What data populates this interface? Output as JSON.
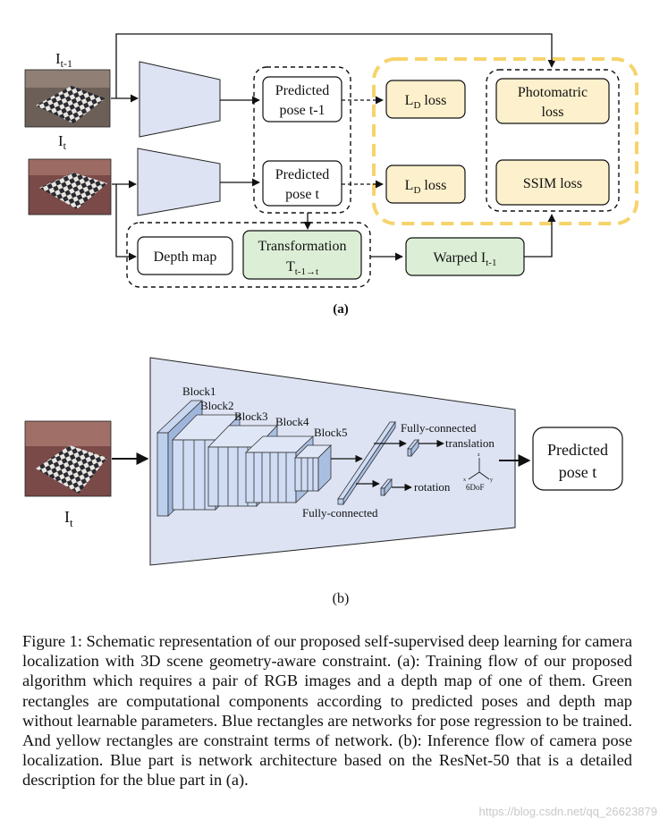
{
  "part_a": {
    "img_prev_label": "I",
    "img_prev_sub": "t-1",
    "img_cur_label": "I",
    "img_cur_sub": "t",
    "pred_prev_l1": "Predicted",
    "pred_prev_l2": "pose t-1",
    "pred_cur_l1": "Predicted",
    "pred_cur_l2": "pose t",
    "loss_label": "L",
    "loss_sub": "D",
    "loss_rest": " loss",
    "photo_l1": "Photomatric",
    "photo_l2": "loss",
    "ssim": "SSIM loss",
    "depth_map": "Depth map",
    "transform_l1": "Transformation",
    "transform_l2": "T",
    "transform_sub": "t-1→t",
    "warped": "Warped I",
    "warped_sub": "t-1",
    "label": "(a)"
  },
  "part_b": {
    "blocks": [
      "Block1",
      "Block2",
      "Block3",
      "Block4",
      "Block5"
    ],
    "fc_top": "Fully-connected",
    "fc_bottom": "Fully-connected",
    "translation": "translation",
    "rotation": "rotation",
    "dof": "6DoF",
    "axes": [
      "z",
      "x",
      "y"
    ],
    "img_label": "I",
    "img_sub": "t",
    "pred_l1": "Predicted",
    "pred_l2": "pose t",
    "label": "(b)"
  },
  "caption": "Figure 1: Schematic representation of our proposed self-supervised deep learning for camera localization with 3D scene geometry-aware constraint. (a): Training flow of our proposed algorithm which requires a pair of RGB images and a depth map of one of them. Green rectangles are computational components according to predicted poses and depth map without learnable parameters. Blue rectangles are networks for pose regression to be trained. And yellow rectangles are constraint terms of network. (b): Inference flow of camera pose localization. Blue part is network architecture based on the ResNet-50 that is a detailed description for the blue part in (a).",
  "watermark": "https://blog.csdn.net/qq_26623879",
  "colors": {
    "network_blue": "#dde3f3",
    "loss_yellow": "#fdf0cc",
    "dash_yellow": "#f6d36b",
    "compute_green": "#dcefd6"
  }
}
